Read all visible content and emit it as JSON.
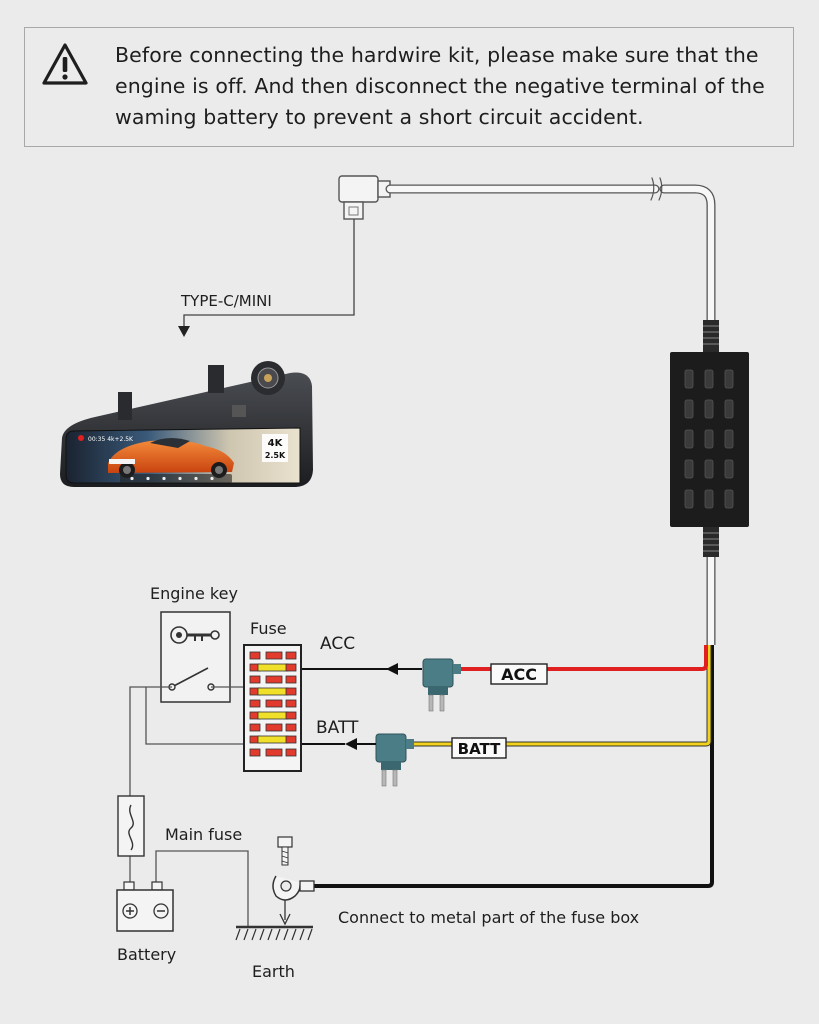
{
  "warning": {
    "icon": "warning-triangle-icon",
    "text": "Before connecting the hardwire kit, please make sure that the engine is off. And then disconnect the negative terminal of the waming battery to prevent a short circuit accident."
  },
  "labels": {
    "type_c": "TYPE-C/MINI",
    "engine_key": "Engine key",
    "fuse": "Fuse",
    "acc": "ACC",
    "batt": "BATT",
    "main_fuse": "Main fuse",
    "battery": "Battery",
    "earth": "Earth",
    "ground_note": "Connect to metal part of the fuse box"
  },
  "tags": {
    "acc": "ACC",
    "batt": "BATT"
  },
  "dashcam_screen": {
    "status": "00:35  4k+2.5K",
    "badge_4k": "4K",
    "badge_25k": "2.5K"
  },
  "colors": {
    "background": "#ebebeb",
    "acc_wire": "#e02020",
    "batt_wire": "#f2d21a",
    "ground_wire": "#111111",
    "fuse_red": "#e23b2e",
    "fuse_yellow": "#f1e02a",
    "adapter_teal": "#4a7d86",
    "car_orange": "#e8621a"
  }
}
